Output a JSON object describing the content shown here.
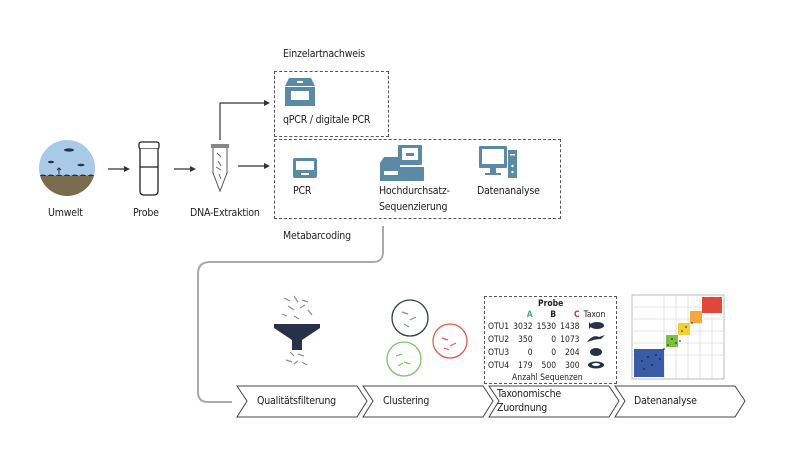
{
  "workflow": {
    "steps": [
      {
        "id": "umwelt",
        "label": "Umwelt",
        "icon": "environment-icon"
      },
      {
        "id": "probe",
        "label": "Probe",
        "icon": "sample-jar-icon"
      },
      {
        "id": "dna",
        "label": "DNA-Extraktion",
        "icon": "tube-icon"
      }
    ],
    "einzelart": {
      "title": "Einzelartnachweis",
      "method": "qPCR / digitale PCR"
    },
    "metabarcoding": {
      "title": "Metabarcoding",
      "items": [
        {
          "label": "PCR"
        },
        {
          "label_line1": "Hochdurchsatz-",
          "label_line2": "Sequenzierung"
        },
        {
          "label": "Datenanalyse"
        }
      ]
    },
    "pipeline": [
      {
        "label": "Qualitätsfilterung"
      },
      {
        "label": "Clustering"
      },
      {
        "label_line1": "Taxonomische",
        "label_line2": "Zuordnung"
      },
      {
        "label": "Datenanalyse"
      }
    ],
    "otu_table": {
      "title": "Probe",
      "columns": [
        "A",
        "B",
        "C",
        "Taxon"
      ],
      "column_colors": {
        "A": "#4caf70",
        "B": "#222222",
        "C": "#c0392b"
      },
      "rows": [
        {
          "otu": "OTU1",
          "A": "3032",
          "B": "1530",
          "C": "1438",
          "taxon": "fish"
        },
        {
          "otu": "OTU2",
          "A": "350",
          "B": "0",
          "C": "1073",
          "taxon": "bird"
        },
        {
          "otu": "OTU3",
          "A": "0",
          "B": "0",
          "C": "204",
          "taxon": "frog"
        },
        {
          "otu": "OTU4",
          "A": "179",
          "B": "500",
          "C": "300",
          "taxon": "snail"
        }
      ],
      "footer": "Anzahl Sequenzen"
    },
    "colors": {
      "icon_blue": "#5b8aa6",
      "navy": "#26324a",
      "cluster_dark": "#2c3e50",
      "cluster_red": "#e05a4f",
      "cluster_green": "#7cc46a",
      "heat_blue": "#3a5ca8",
      "heat_green": "#7cc043",
      "heat_yellow": "#f2d230",
      "heat_orange": "#f4a93a",
      "heat_red": "#e0463a"
    }
  }
}
